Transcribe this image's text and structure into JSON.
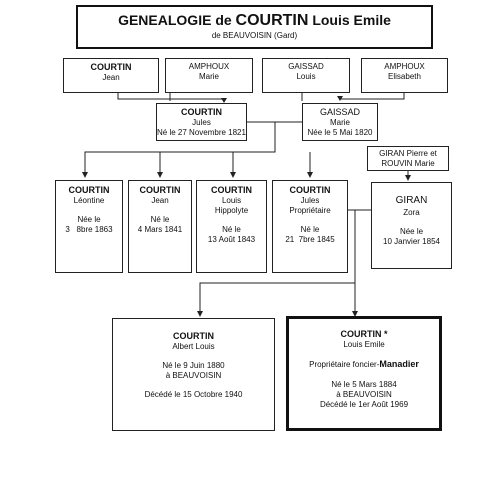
{
  "title": {
    "prefix": "GENEALOGIE de ",
    "name": "COURTIN",
    "given": " Louis Emile",
    "subtitle": "de BEAUVOISIN (Gard)"
  },
  "gen1": [
    {
      "surname": "COURTIN",
      "given": "Jean"
    },
    {
      "surname": "AMPHOUX",
      "given": "Marie"
    },
    {
      "surname": "GAISSAD",
      "given": "Louis"
    },
    {
      "surname": "AMPHOUX",
      "given": "Elisabeth"
    }
  ],
  "gen2": [
    {
      "surname": "COURTIN",
      "given": "Jules",
      "birth": "Né le 27 Novembre 1821"
    },
    {
      "surname": "GAISSAD",
      "given": "Marie",
      "birth": "Née le 5 Mai 1820"
    }
  ],
  "giran_parents": {
    "line1": "GIRAN Pierre et",
    "line2": "ROUVIN Marie"
  },
  "gen3": [
    {
      "surname": "COURTIN",
      "given": "Léontine",
      "l1": "Née le",
      "l2": "3   8bre 1863"
    },
    {
      "surname": "COURTIN",
      "given": "Jean",
      "l1": "Né le",
      "l2": "4 Mars 1841"
    },
    {
      "surname": "COURTIN",
      "given": "Louis",
      "given2": "Hippolyte",
      "l1": "Né le",
      "l2": "13 Août 1843"
    },
    {
      "surname": "COURTIN",
      "given": "Jules",
      "given2": "Propriétaire",
      "l1": "Né le",
      "l2": "21  7bre 1845"
    },
    {
      "surname": "GIRAN",
      "given": "Zora",
      "l1": "Née le",
      "l2": "10 Janvier 1854"
    }
  ],
  "albert": {
    "surname": "COURTIN",
    "given": "Albert Louis",
    "birth1": "Né le 9 Juin 1880",
    "birth2": "à BEAUVOISIN",
    "death": "Décédé le 15 Octobre 1940"
  },
  "emile": {
    "surname": "COURTIN *",
    "given": "Louis Emile",
    "occupation_prefix": "Propriétaire foncier-",
    "occupation_bold": "Manadier",
    "birth1": "Né le 5 Mars 1884",
    "birth2": "à BEAUVOISIN",
    "death": "Décédé le 1er Août 1969"
  }
}
